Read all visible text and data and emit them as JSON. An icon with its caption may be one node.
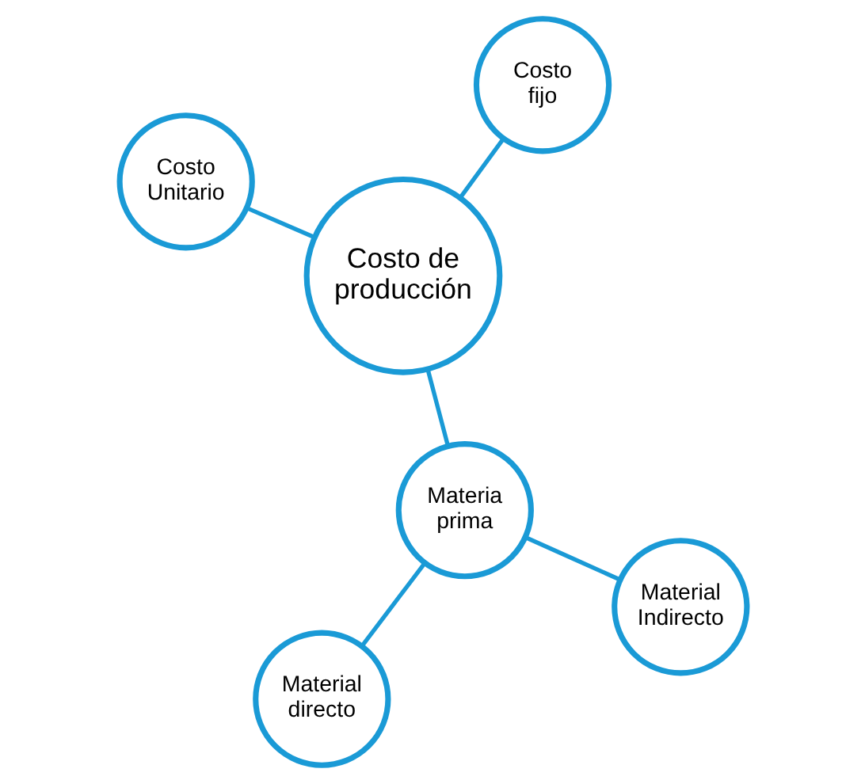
{
  "diagram": {
    "nodes": [
      {
        "text": [
          "Material directo"
        ]
      },
      {
        "text": [
          "Material Indirecto"
        ]
      },
      {
        "text": [
          "Materia prima"
        ]
      },
      {
        "text": [
          "Costo fijo"
        ]
      },
      {
        "text": [
          "Costo de producción"
        ]
      },
      {
        "text": [
          "Costo Unitario"
        ]
      }
    ],
    "edges": [
      {
        "from": 0,
        "to": 2,
        "arrow": "none"
      },
      {
        "from": 1,
        "to": 2,
        "arrow": "none"
      },
      {
        "from": 2,
        "to": 4,
        "arrow": "none"
      },
      {
        "from": 4,
        "to": 3,
        "arrow": "none"
      },
      {
        "from": 4,
        "to": 5,
        "arrow": "none"
      }
    ]
  }
}
